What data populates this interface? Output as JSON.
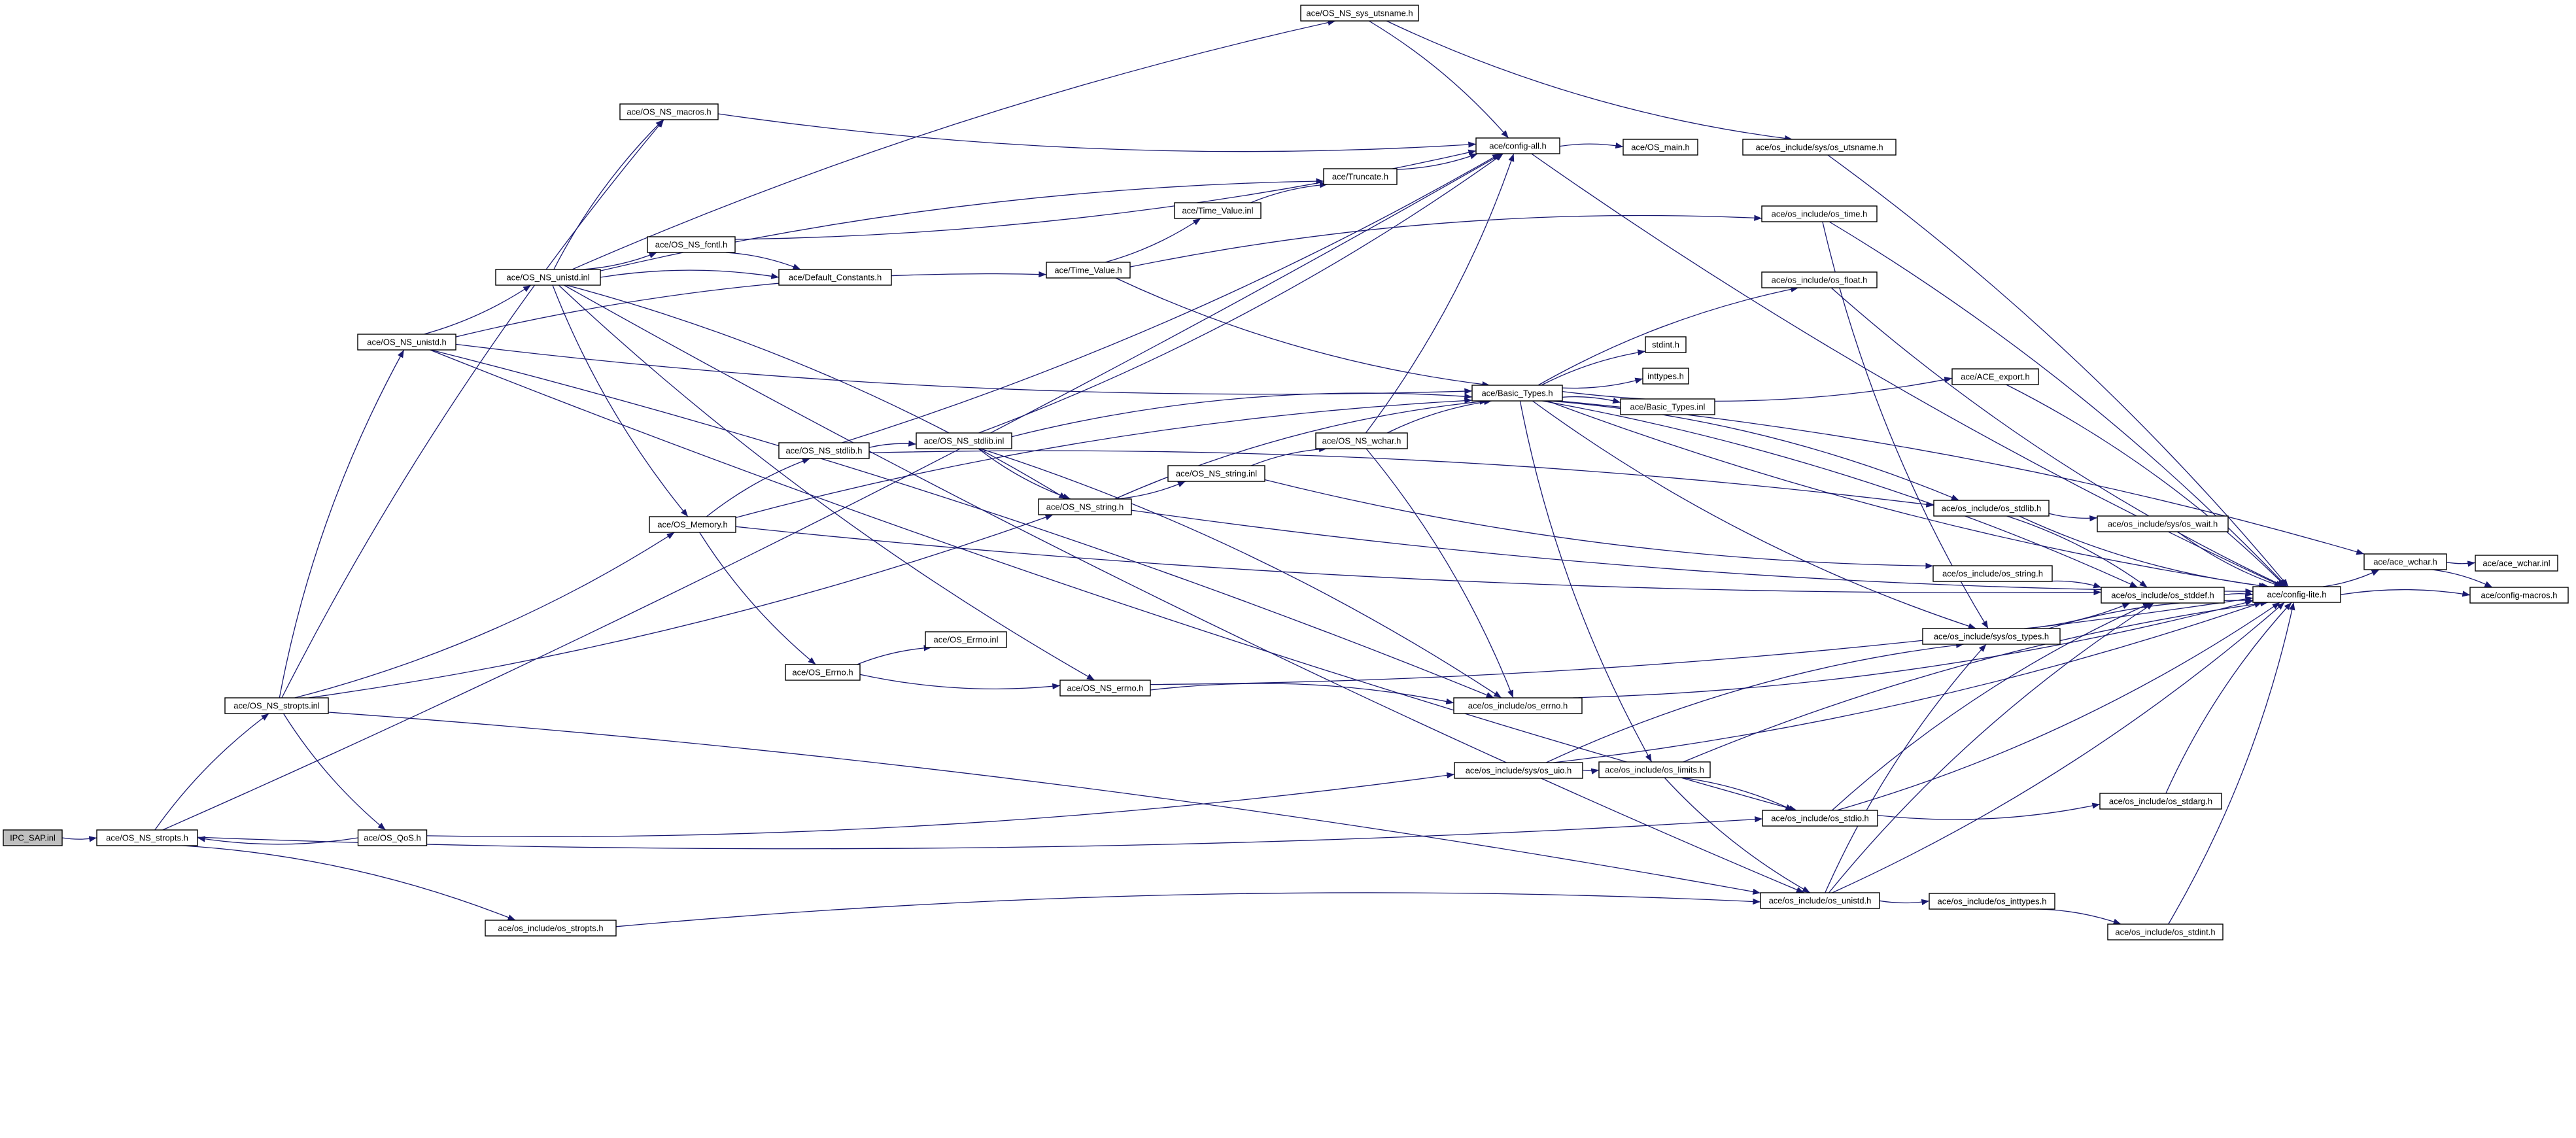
{
  "graph": {
    "nodes": [
      {
        "id": "ipc",
        "label": "IPC_SAP.inl",
        "style": "root"
      },
      {
        "id": "sockopt_h",
        "label": "ace/OS_NS_stropts.h",
        "style": "normal"
      },
      {
        "id": "sockopt_inl",
        "label": "ace/OS_NS_stropts.inl",
        "style": "normal"
      },
      {
        "id": "qos",
        "label": "ace/OS_QoS.h",
        "style": "normal"
      },
      {
        "id": "os_stropts",
        "label": "ace/os_include/os_stropts.h",
        "style": "normal"
      },
      {
        "id": "unistd_h",
        "label": "ace/OS_NS_unistd.h",
        "style": "normal"
      },
      {
        "id": "unistd_inl",
        "label": "ace/OS_NS_unistd.inl",
        "style": "normal"
      },
      {
        "id": "macros",
        "label": "ace/OS_NS_macros.h",
        "style": "normal"
      },
      {
        "id": "memory",
        "label": "ace/OS_Memory.h",
        "style": "normal"
      },
      {
        "id": "errno_h",
        "label": "ace/OS_Errno.h",
        "style": "normal"
      },
      {
        "id": "errno_inl",
        "label": "ace/OS_Errno.inl",
        "style": "normal"
      },
      {
        "id": "ns_errno",
        "label": "ace/OS_NS_errno.h",
        "style": "red"
      },
      {
        "id": "fcntl",
        "label": "ace/OS_NS_fcntl.h",
        "style": "red"
      },
      {
        "id": "defconst",
        "label": "ace/Default_Constants.h",
        "style": "normal"
      },
      {
        "id": "stdlib_h",
        "label": "ace/OS_NS_stdlib.h",
        "style": "normal"
      },
      {
        "id": "stdlib_inl",
        "label": "ace/OS_NS_stdlib.inl",
        "style": "red"
      },
      {
        "id": "string_h",
        "label": "ace/OS_NS_string.h",
        "style": "normal"
      },
      {
        "id": "string_inl",
        "label": "ace/OS_NS_string.inl",
        "style": "normal"
      },
      {
        "id": "wchar",
        "label": "ace/OS_NS_wchar.h",
        "style": "red"
      },
      {
        "id": "sys_utsname",
        "label": "ace/OS_NS_sys_utsname.h",
        "style": "normal"
      },
      {
        "id": "truncate",
        "label": "ace/Truncate.h",
        "style": "red"
      },
      {
        "id": "tv_inl",
        "label": "ace/Time_Value.inl",
        "style": "normal"
      },
      {
        "id": "tv_h",
        "label": "ace/Time_Value.h",
        "style": "normal"
      },
      {
        "id": "config_all",
        "label": "ace/config-all.h",
        "style": "normal"
      },
      {
        "id": "os_main",
        "label": "ace/OS_main.h",
        "style": "normal"
      },
      {
        "id": "basic_types",
        "label": "ace/Basic_Types.h",
        "style": "normal"
      },
      {
        "id": "stdint_plain",
        "label": "stdint.h",
        "style": "grey"
      },
      {
        "id": "inttypes_plain",
        "label": "inttypes.h",
        "style": "grey"
      },
      {
        "id": "basic_types_inl",
        "label": "ace/Basic_Types.inl",
        "style": "normal"
      },
      {
        "id": "os_errno",
        "label": "ace/os_include/os_errno.h",
        "style": "normal"
      },
      {
        "id": "sys_uio",
        "label": "ace/os_include/sys/os_uio.h",
        "style": "normal"
      },
      {
        "id": "os_limits",
        "label": "ace/os_include/os_limits.h",
        "style": "normal"
      },
      {
        "id": "sys_utsname_os",
        "label": "ace/os_include/sys/os_utsname.h",
        "style": "normal"
      },
      {
        "id": "os_time",
        "label": "ace/os_include/os_time.h",
        "style": "normal"
      },
      {
        "id": "os_float",
        "label": "ace/os_include/os_float.h",
        "style": "normal"
      },
      {
        "id": "ace_export",
        "label": "ace/ACE_export.h",
        "style": "normal"
      },
      {
        "id": "os_stdlib",
        "label": "ace/os_include/os_stdlib.h",
        "style": "normal"
      },
      {
        "id": "os_string",
        "label": "ace/os_include/os_string.h",
        "style": "normal"
      },
      {
        "id": "sys_types",
        "label": "ace/os_include/sys/os_types.h",
        "style": "normal"
      },
      {
        "id": "os_stdio",
        "label": "ace/os_include/os_stdio.h",
        "style": "normal"
      },
      {
        "id": "os_unistd",
        "label": "ace/os_include/os_unistd.h",
        "style": "normal"
      },
      {
        "id": "sys_wait",
        "label": "ace/os_include/sys/os_wait.h",
        "style": "red"
      },
      {
        "id": "os_stddef",
        "label": "ace/os_include/os_stddef.h",
        "style": "normal"
      },
      {
        "id": "os_stdarg",
        "label": "ace/os_include/os_stdarg.h",
        "style": "normal"
      },
      {
        "id": "os_inttypes",
        "label": "ace/os_include/os_inttypes.h",
        "style": "normal"
      },
      {
        "id": "os_stdint",
        "label": "ace/os_include/os_stdint.h",
        "style": "normal"
      },
      {
        "id": "config_lite",
        "label": "ace/config-lite.h",
        "style": "normal"
      },
      {
        "id": "ace_wchar_h",
        "label": "ace/ace_wchar.h",
        "style": "normal"
      },
      {
        "id": "ace_wchar_inl",
        "label": "ace/ace_wchar.inl",
        "style": "normal"
      },
      {
        "id": "config_macros",
        "label": "ace/config-macros.h",
        "style": "grey"
      }
    ],
    "edges": [
      [
        "ipc",
        "sockopt_h"
      ],
      [
        "sockopt_h",
        "sockopt_inl"
      ],
      [
        "sockopt_h",
        "config_all"
      ],
      [
        "sockopt_h",
        "os_stropts"
      ],
      [
        "sockopt_h",
        "os_stdio"
      ],
      [
        "qos",
        "sockopt_h"
      ],
      [
        "sockopt_inl",
        "qos"
      ],
      [
        "sockopt_inl",
        "unistd_h"
      ],
      [
        "sockopt_inl",
        "memory"
      ],
      [
        "sockopt_inl",
        "macros"
      ],
      [
        "sockopt_inl",
        "string_h"
      ],
      [
        "sockopt_inl",
        "os_unistd"
      ],
      [
        "qos",
        "sys_uio"
      ],
      [
        "os_stropts",
        "os_unistd"
      ],
      [
        "unistd_h",
        "unistd_inl"
      ],
      [
        "unistd_h",
        "tv_h"
      ],
      [
        "unistd_h",
        "basic_types"
      ],
      [
        "unistd_h",
        "os_errno"
      ],
      [
        "unistd_h",
        "os_stdio"
      ],
      [
        "unistd_inl",
        "macros"
      ],
      [
        "unistd_inl",
        "fcntl"
      ],
      [
        "unistd_inl",
        "defconst"
      ],
      [
        "unistd_inl",
        "memory"
      ],
      [
        "unistd_inl",
        "string_h"
      ],
      [
        "unistd_inl",
        "ns_errno"
      ],
      [
        "unistd_inl",
        "truncate"
      ],
      [
        "unistd_inl",
        "os_unistd"
      ],
      [
        "unistd_inl",
        "sys_utsname"
      ],
      [
        "macros",
        "config_all"
      ],
      [
        "fcntl",
        "defconst"
      ],
      [
        "fcntl",
        "config_all"
      ],
      [
        "memory",
        "stdlib_h"
      ],
      [
        "memory",
        "errno_h"
      ],
      [
        "memory",
        "basic_types"
      ],
      [
        "memory",
        "os_stddef"
      ],
      [
        "errno_h",
        "errno_inl"
      ],
      [
        "errno_h",
        "ns_errno"
      ],
      [
        "ns_errno",
        "os_errno"
      ],
      [
        "ns_errno",
        "config_lite"
      ],
      [
        "stdlib_h",
        "stdlib_inl"
      ],
      [
        "stdlib_h",
        "config_all"
      ],
      [
        "stdlib_h",
        "os_stdlib"
      ],
      [
        "stdlib_inl",
        "string_h"
      ],
      [
        "stdlib_inl",
        "basic_types"
      ],
      [
        "stdlib_inl",
        "config_all"
      ],
      [
        "stdlib_inl",
        "os_errno"
      ],
      [
        "string_h",
        "string_inl"
      ],
      [
        "string_h",
        "basic_types"
      ],
      [
        "string_h",
        "config_lite"
      ],
      [
        "string_inl",
        "wchar"
      ],
      [
        "string_inl",
        "os_string"
      ],
      [
        "wchar",
        "basic_types"
      ],
      [
        "wchar",
        "config_all"
      ],
      [
        "wchar",
        "os_errno"
      ],
      [
        "tv_h",
        "tv_inl"
      ],
      [
        "tv_h",
        "os_time"
      ],
      [
        "tv_h",
        "basic_types"
      ],
      [
        "tv_inl",
        "truncate"
      ],
      [
        "truncate",
        "config_all"
      ],
      [
        "sys_utsname",
        "config_all"
      ],
      [
        "sys_utsname",
        "sys_utsname_os"
      ],
      [
        "config_all",
        "os_main"
      ],
      [
        "config_all",
        "config_lite"
      ],
      [
        "basic_types",
        "stdint_plain"
      ],
      [
        "basic_types",
        "inttypes_plain"
      ],
      [
        "basic_types",
        "basic_types_inl"
      ],
      [
        "basic_types",
        "ace_export"
      ],
      [
        "basic_types",
        "os_float"
      ],
      [
        "basic_types",
        "os_limits"
      ],
      [
        "basic_types",
        "os_stdlib"
      ],
      [
        "basic_types",
        "sys_types"
      ],
      [
        "basic_types",
        "os_stddef"
      ],
      [
        "basic_types",
        "config_lite"
      ],
      [
        "basic_types",
        "ace_wchar_h"
      ],
      [
        "sys_uio",
        "os_limits"
      ],
      [
        "sys_uio",
        "sys_types"
      ],
      [
        "sys_uio",
        "config_lite"
      ],
      [
        "os_limits",
        "os_stdio"
      ],
      [
        "os_limits",
        "os_unistd"
      ],
      [
        "os_limits",
        "config_lite"
      ],
      [
        "os_errno",
        "config_lite"
      ],
      [
        "sys_utsname_os",
        "config_lite"
      ],
      [
        "os_time",
        "sys_types"
      ],
      [
        "os_time",
        "config_lite"
      ],
      [
        "os_float",
        "config_lite"
      ],
      [
        "ace_export",
        "config_lite"
      ],
      [
        "os_stdlib",
        "sys_wait"
      ],
      [
        "os_stdlib",
        "os_stddef"
      ],
      [
        "os_stdlib",
        "config_lite"
      ],
      [
        "os_string",
        "os_stddef"
      ],
      [
        "sys_types",
        "os_stddef"
      ],
      [
        "sys_types",
        "config_lite"
      ],
      [
        "os_stdio",
        "os_stdarg"
      ],
      [
        "os_stdio",
        "os_stddef"
      ],
      [
        "os_stdio",
        "config_lite"
      ],
      [
        "os_unistd",
        "sys_types"
      ],
      [
        "os_unistd",
        "os_inttypes"
      ],
      [
        "os_unistd",
        "os_stddef"
      ],
      [
        "os_unistd",
        "config_lite"
      ],
      [
        "os_inttypes",
        "os_stdint"
      ],
      [
        "os_stdint",
        "config_lite"
      ],
      [
        "os_stdarg",
        "config_lite"
      ],
      [
        "sys_wait",
        "config_lite"
      ],
      [
        "os_stddef",
        "config_lite"
      ],
      [
        "config_lite",
        "ace_wchar_h"
      ],
      [
        "config_lite",
        "config_macros"
      ],
      [
        "ace_wchar_h",
        "ace_wchar_inl"
      ],
      [
        "ace_wchar_h",
        "config_macros"
      ]
    ]
  }
}
